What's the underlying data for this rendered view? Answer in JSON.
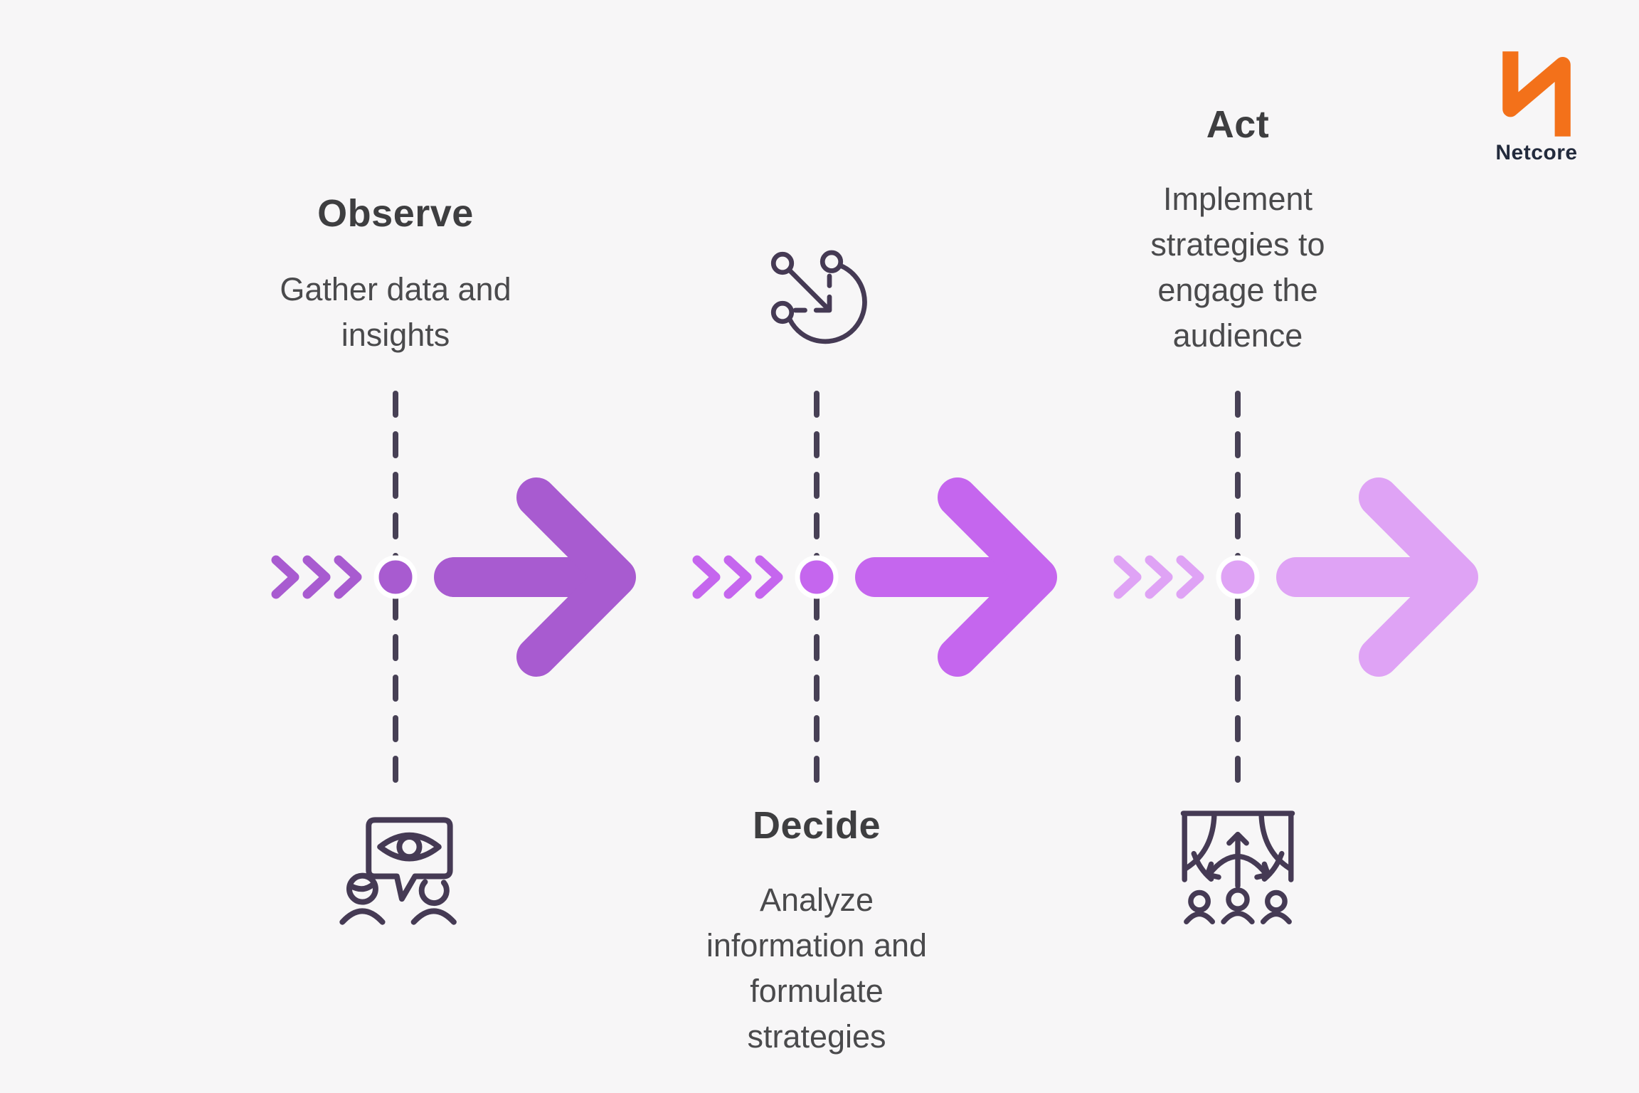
{
  "background": "#F7F6F7",
  "brand": {
    "name": "Netcore",
    "mark_icon": "netcore-n-logo-icon",
    "mark_color": "#F3711A",
    "wordmark_color": "#232B3D"
  },
  "flow": {
    "steps": [
      {
        "title": "Observe",
        "description": "Gather data and insights",
        "description_lines": [
          "Gather data and",
          "insights"
        ],
        "accent": "#A85BD0",
        "icon": "eye-speech-bubble-audience-icon"
      },
      {
        "title": "Decide",
        "description": "Analyze information and formulate strategies",
        "description_lines": [
          "Analyze",
          "information and",
          "formulate",
          "strategies"
        ],
        "accent": "#C566EE",
        "icon": "decision-path-arrow-icon"
      },
      {
        "title": "Act",
        "description": "Implement strategies to engage the audience",
        "description_lines": [
          "Implement",
          "strategies to",
          "engage the",
          "audience"
        ],
        "accent": "#DFA3F5",
        "icon": "stage-strategy-audience-icon"
      }
    ]
  },
  "colors": {
    "title_text": "#3E3E40",
    "body_text": "#4A4A4C",
    "icon_stroke": "#453A54",
    "dash_line": "#474055"
  }
}
